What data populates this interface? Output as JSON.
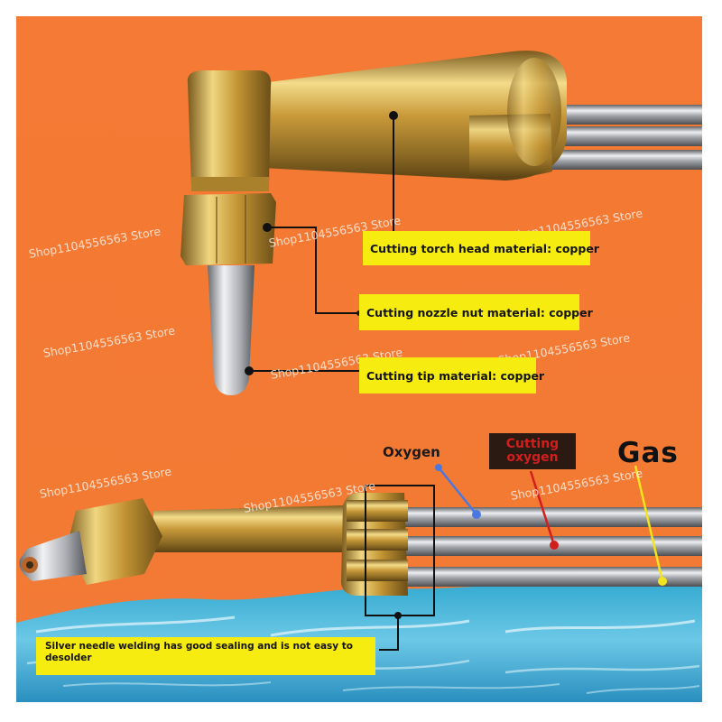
{
  "callouts": {
    "head": "Cutting torch head material: copper",
    "nut": "Cutting nozzle nut material: copper",
    "tip": "Cutting tip material: copper",
    "welding": "Silver needle welding has good sealing and is not easy to desolder"
  },
  "line_labels": {
    "oxygen": "Oxygen",
    "cutting_oxygen_line1": "Cutting",
    "cutting_oxygen_line2": "oxygen",
    "gas": "Gas"
  },
  "watermark": "Shop1104556563 Store",
  "colors": {
    "background": "#f47a35",
    "callout": "#f7ec0f",
    "oxygen_line": "#4a78e0",
    "cutting_oxygen_line": "#d31e1e",
    "gas_line": "#f2e51e"
  }
}
